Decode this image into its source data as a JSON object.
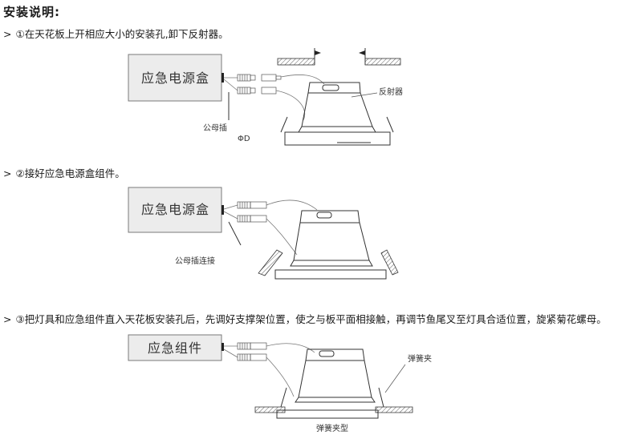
{
  "title": "安装说明:",
  "steps": [
    {
      "arrow": ">",
      "text": "①在天花板上开相应大小的安装孔,卸下反射器。"
    },
    {
      "arrow": ">",
      "text": "②接好应急电源盒组件。"
    },
    {
      "arrow": ">",
      "text": "③把灯具和应急组件直入天花板安装孔后，先调好支撑架位置，使之与板平面相接触，再调节鱼尾叉至灯具合适位置，旋紧菊花螺母。"
    }
  ],
  "figures": {
    "fig1": {
      "box_label": "应急电源盒",
      "connector_label": "公母插",
      "diameter_label": "ΦD",
      "reflector_label": "反射器"
    },
    "fig2": {
      "box_label": "应急电源盒",
      "connector_label": "公母插连接"
    },
    "fig3": {
      "box_label": "应急组件",
      "clip_label": "弹簧夹",
      "type_label": "弹簧夹型"
    }
  }
}
